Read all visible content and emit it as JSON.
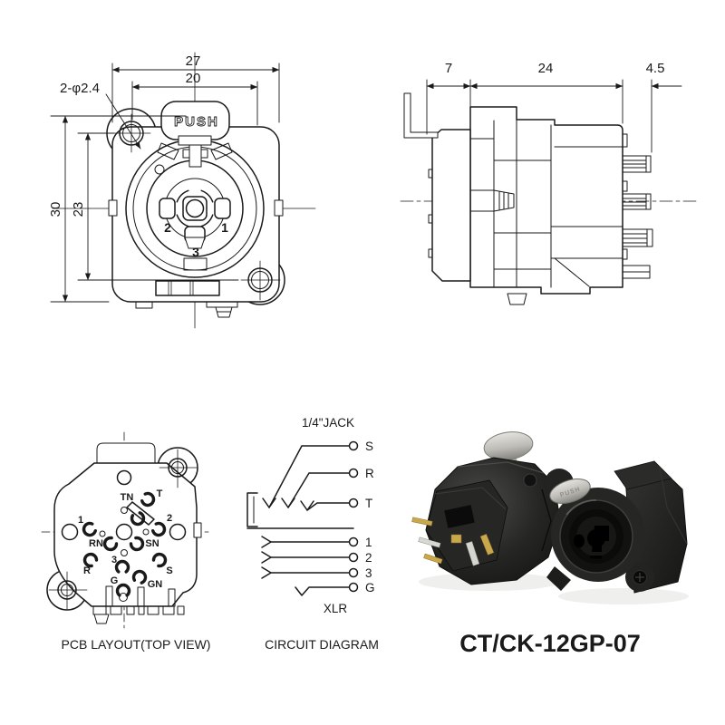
{
  "palette": {
    "line": "#1a1a1a",
    "paper": "#ffffff",
    "connector_body": "#1f1f1f",
    "silver_button": "#c7c6c0",
    "gold_pin": "#c8a84b"
  },
  "views": {
    "front": {
      "push_label": "PUSH",
      "dim_w_outer": "27",
      "dim_w_inner": "20",
      "dim_h_outer": "30",
      "dim_h_inner": "23",
      "dim_holes": "2-φ2.4",
      "pin1": "1",
      "pin2": "2",
      "pin3": "3"
    },
    "side": {
      "dim_flange": "7",
      "dim_body": "24",
      "dim_pin": "4.5"
    },
    "pcb": {
      "caption": "PCB LAYOUT(TOP VIEW)",
      "pads": {
        "tn": "TN",
        "t": "T",
        "p1": "1",
        "p2": "2",
        "rn": "RN",
        "sn": "SN",
        "r": "R",
        "p3": "3",
        "s": "S",
        "g": "G",
        "gn": "GN"
      }
    },
    "circuit": {
      "caption": "CIRCUIT DIAGRAM",
      "jack_title": "1/4\"JACK",
      "xlr_title": "XLR",
      "jack_terminals": [
        "S",
        "R",
        "T"
      ],
      "xlr_terminals": [
        "1",
        "2",
        "3",
        "G"
      ]
    },
    "photo": {
      "model": "CT/CK-12GP-07",
      "push_label": "PUSH"
    }
  }
}
